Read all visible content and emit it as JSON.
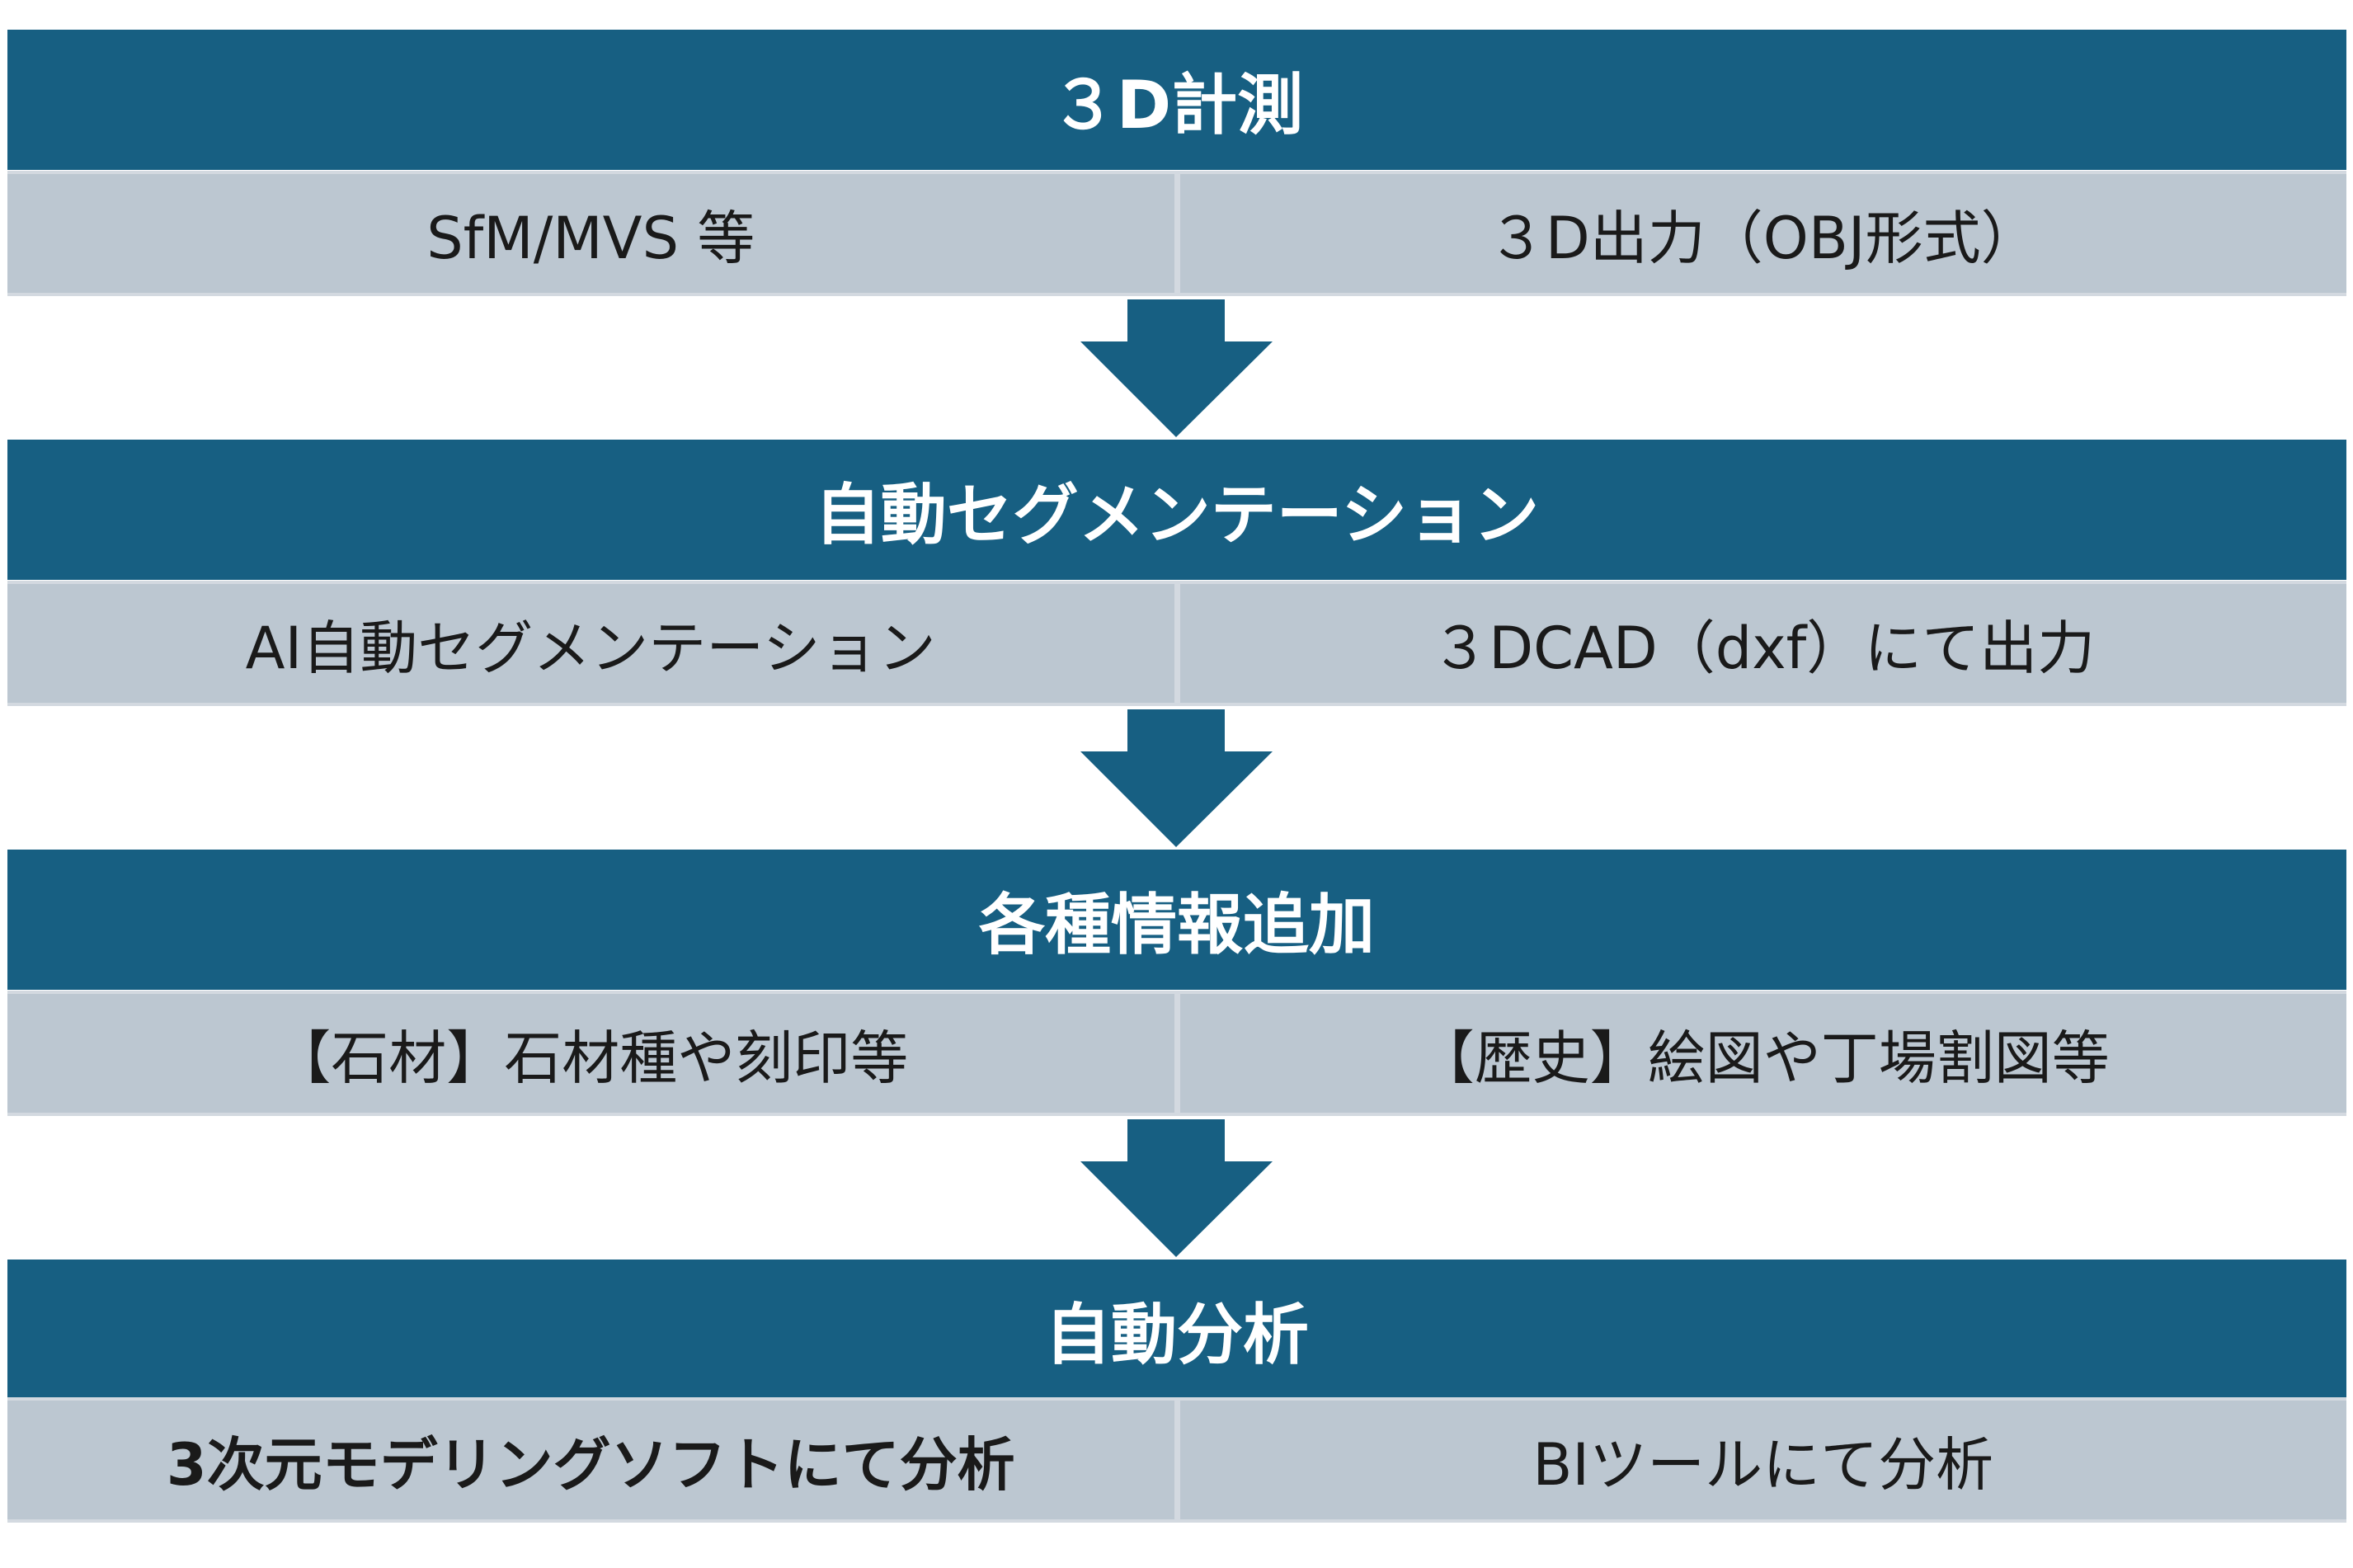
{
  "colors": {
    "header": "#175f82",
    "cell": "#bcc7d1",
    "arrow": "#175f82"
  },
  "steps": [
    {
      "title": "３D計測",
      "left": "SfM/MVS 等",
      "right": "３D出力（OBJ形式）"
    },
    {
      "title": "自動セグメンテーション",
      "left": "AI自動セグメンテーション",
      "right": "３DCAD（dxf）にて出力"
    },
    {
      "title": "各種情報追加",
      "left": "【石材】石材種や刻印等",
      "right": "【歴史】絵図や丁場割図等"
    },
    {
      "title": "自動分析",
      "left": "3次元モデリングソフトにて分析",
      "right": "BIツールにて分析"
    }
  ]
}
